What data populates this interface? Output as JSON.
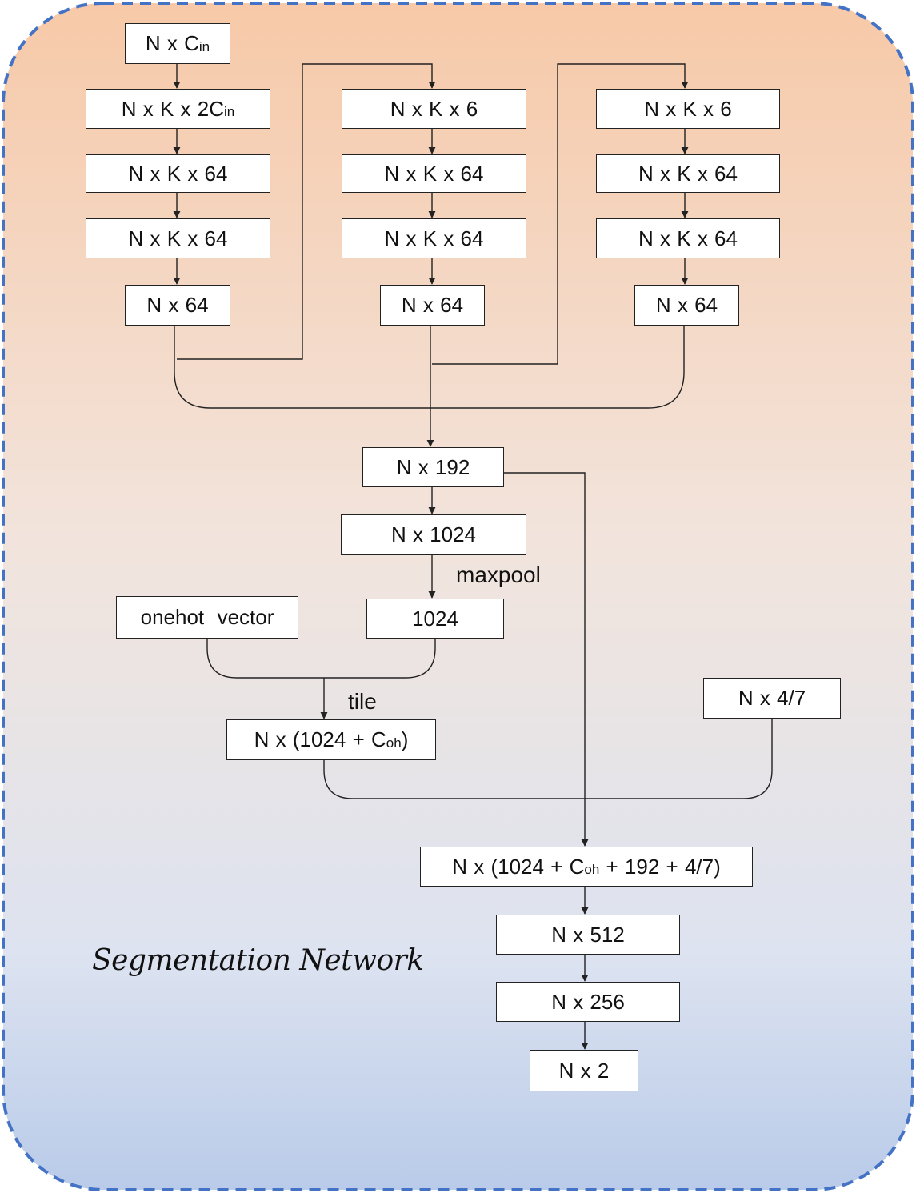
{
  "title": "Segmentation Network",
  "colors": {
    "frame": "#4472c4",
    "bg_top": "#f7c9a8",
    "bg_mid": "#f2e4dc",
    "bg_bottom": "#b9cbe9"
  },
  "nodes": {
    "input": {
      "main": "N x C",
      "sub": "in"
    },
    "b1_1": {
      "main": "N x K x 2C",
      "sub": "in"
    },
    "b1_2": {
      "main": "N x K x 64"
    },
    "b1_3": {
      "main": "N x K x 64"
    },
    "b1_4": {
      "main": "N x 64"
    },
    "b2_1": {
      "main": "N x K x 6"
    },
    "b2_2": {
      "main": "N x K x 64"
    },
    "b2_3": {
      "main": "N x K x 64"
    },
    "b2_4": {
      "main": "N x 64"
    },
    "b3_1": {
      "main": "N x K x 6"
    },
    "b3_2": {
      "main": "N x K x 64"
    },
    "b3_3": {
      "main": "N x K x 64"
    },
    "b3_4": {
      "main": "N x 64"
    },
    "concat192": {
      "main": "N x 192"
    },
    "n1024": {
      "main": "N x 1024"
    },
    "pool1024": {
      "main": "1024"
    },
    "onehot": {
      "main": "onehot  vector"
    },
    "tiled": {
      "main": "N x (1024 + C",
      "sub": "oh",
      "tail": ")"
    },
    "n47": {
      "main": "N x 4/7"
    },
    "concat_all": {
      "main": "N x (1024 + C",
      "sub": "oh",
      "tail": " + 192 + 4/7)"
    },
    "n512": {
      "main": "N x 512"
    },
    "n256": {
      "main": "N x 256"
    },
    "n2": {
      "main": "N x 2"
    }
  },
  "labels": {
    "maxpool": "maxpool",
    "tile": "tile"
  }
}
